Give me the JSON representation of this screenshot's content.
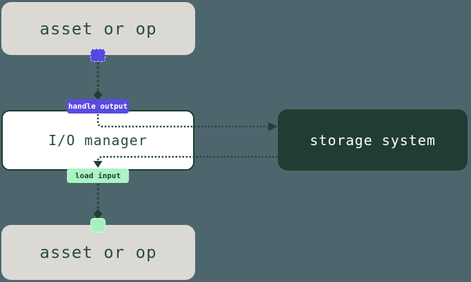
{
  "diagram": {
    "title": "io-manager-flow",
    "nodes": {
      "asset_top": {
        "label": "asset or op"
      },
      "io_manager": {
        "label": "I/O manager"
      },
      "storage": {
        "label": "storage system"
      },
      "asset_bottom": {
        "label": "asset or op"
      }
    },
    "edges": {
      "handle_output": {
        "label": "handle output"
      },
      "load_input": {
        "label": "load input"
      }
    },
    "colors": {
      "background": "#4d666d",
      "asset_node_bg": "#dbd9d4",
      "asset_node_text": "#2a4d42",
      "io_node_bg": "#ffffff",
      "io_node_border": "#1c3b31",
      "storage_node_bg": "#203d33",
      "storage_node_text": "#ffffff",
      "handle_output_bg": "#5a4be0",
      "handle_output_text": "#ffffff",
      "load_input_bg": "#acf3c3",
      "load_input_text": "#1f3d34",
      "output_port": "#5746e4",
      "input_port": "#a9f0bf",
      "wire": "#24483d"
    }
  }
}
